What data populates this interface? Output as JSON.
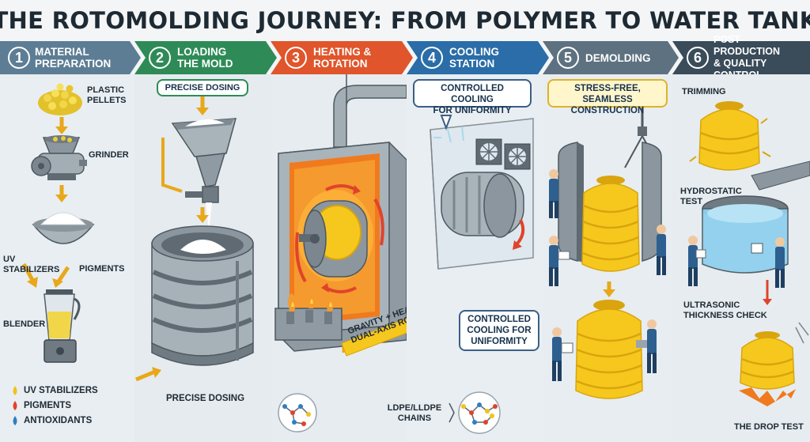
{
  "title": "THE ROTOMOLDING JOURNEY: FROM POLYMER TO WATER TANK",
  "steps": [
    {
      "num": "1",
      "label_l1": "MATERIAL",
      "label_l2": "PREPARATION",
      "color": "#5d7d95"
    },
    {
      "num": "2",
      "label_l1": "LOADING",
      "label_l2": "THE MOLD",
      "color": "#2e8b57"
    },
    {
      "num": "3",
      "label_l1": "HEATING &",
      "label_l2": "ROTATION",
      "color": "#e0552b"
    },
    {
      "num": "4",
      "label_l1": "COOLING",
      "label_l2": "STATION",
      "color": "#2a6da8"
    },
    {
      "num": "5",
      "label_l1": "DEMOLDING",
      "label_l2": "",
      "color": "#5d7180"
    },
    {
      "num": "6",
      "label_l1": "POST-PRODUCTION",
      "label_l2": "& QUALITY CONTROL",
      "color": "#3a4b5a"
    }
  ],
  "panel1": {
    "plastic_l1": "PLASTIC",
    "plastic_l2": "PELLETS",
    "grinder": "GRINDER",
    "uv_l1": "UV",
    "uv_l2": "STABILIZERS",
    "pigments": "PIGMENTS",
    "blender": "BLENDER",
    "legend": [
      {
        "text": "UV STABILIZERS",
        "color": "#f0c419"
      },
      {
        "text": "PIGMENTS",
        "color": "#e0432b"
      },
      {
        "text": "ANTIOXIDANTS",
        "color": "#2f7fc1"
      }
    ]
  },
  "panel2": {
    "callout": "PRECISE DOSING",
    "bottom": "PRECISE DOSING"
  },
  "panel3": {
    "banner_l1": "GRAVITY + HEAT +",
    "banner_l2": "DUAL-AXIS ROTATION",
    "chains_l1": "LDPE/LLDPE",
    "chains_l2": "CHAINS"
  },
  "panel4": {
    "callout_top_l1": "CONTROLLED COOLING",
    "callout_top_l2": "FOR UNIFORMITY",
    "callout_bottom_l1": "CONTROLLED",
    "callout_bottom_l2": "COOLING FOR",
    "callout_bottom_l3": "UNIFORMITY"
  },
  "panel5": {
    "callout_l1": "STRESS-FREE, SEAMLESS",
    "callout_l2": "CONSTRUCTION"
  },
  "panel6": {
    "trimming": "TRIMMING",
    "hydro_l1": "HYDROSTATIC",
    "hydro_l2": "TEST",
    "ultra_l1": "ULTRASONIC",
    "ultra_l2": "THICKNESS CHECK",
    "drop": "THE DROP TEST"
  },
  "colors": {
    "tank": "#f6c81e",
    "tank_dark": "#d9a40d",
    "steel": "#9aa4ac",
    "steel_dark": "#5f6a73",
    "fire": "#f07a1e",
    "water": "#8fd0ee"
  }
}
